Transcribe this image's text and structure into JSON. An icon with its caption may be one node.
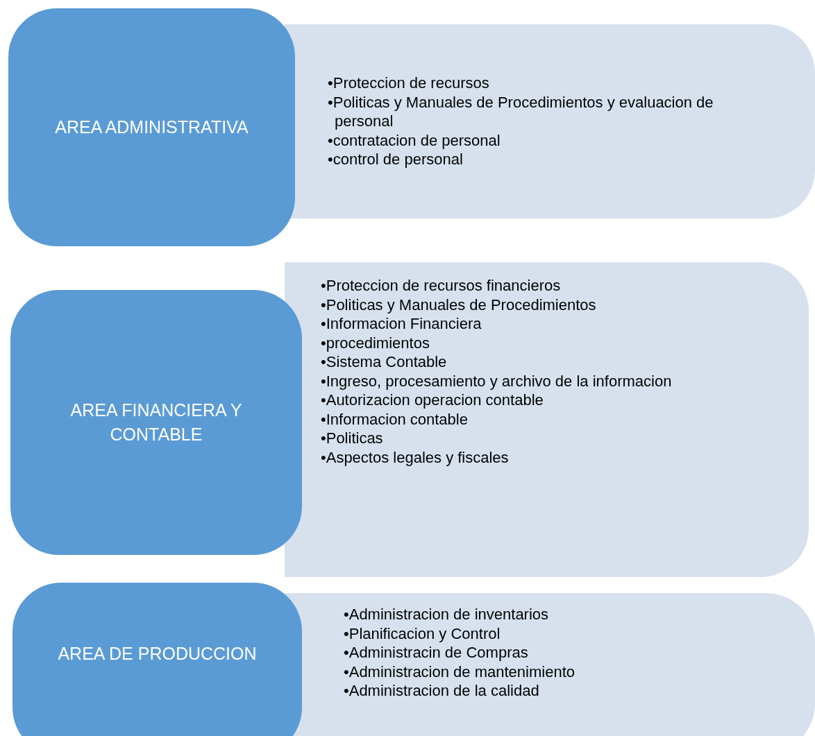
{
  "diagram": {
    "nodes": [
      {
        "text": [
          "AREA ADMINISTRATIVA"
        ]
      },
      {
        "text": [
          "•Proteccion de recursos",
          "•Politicas y Manuales de Procedimientos y evaluacion de personal",
          "•contratacion de personal",
          "•control de personal"
        ]
      },
      {
        "text": [
          "AREA FINANCIERA Y CONTABLE"
        ]
      },
      {
        "text": [
          "•Proteccion de recursos financieros",
          "•Politicas y Manuales de Procedimientos",
          "•Informacion Financiera",
          "•procedimientos",
          "•Sistema Contable",
          "•Ingreso, procesamiento y archivo de la informacion",
          "•Autorizacion operacion contable",
          "•Informacion contable",
          "•Politicas",
          "•Aspectos legales y fiscales"
        ]
      },
      {
        "text": [
          "AREA DE PRODUCCION"
        ]
      },
      {
        "text": [
          "•Administracion de inventarios",
          "•Planificacion y Control",
          "•Administracin de Compras",
          "•Administracion de mantenimiento",
          "•Administracion de la calidad"
        ]
      }
    ]
  }
}
